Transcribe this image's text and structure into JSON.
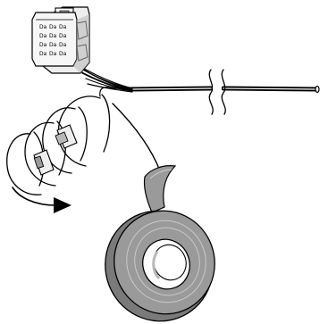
{
  "diagram": {
    "palette": {
      "background": "#ffffff",
      "line": "#000000",
      "connector_fill": "#eeeeee",
      "connector_shadow": "#b8b8b8",
      "spool_fill": "#9a9a9a",
      "spool_highlight": "#c9c9c9",
      "spool_hole": "#ffffff",
      "arrow_fill": "#000000"
    },
    "parts": {
      "connector": {
        "icon": "multi-pin-connector-icon",
        "pin_rows": [
          [
            "Da",
            "Da",
            "Da"
          ],
          [
            "Da",
            "Da",
            "Da"
          ],
          [
            "Da",
            "Da",
            "Da"
          ],
          [
            "Da",
            "Da",
            "Da"
          ]
        ]
      },
      "wire_harness": {
        "icon": "wire-bundle-icon",
        "wire_count": 7
      },
      "cable": {
        "icon": "long-cable-icon",
        "break_marks": 2
      },
      "coiled_wire": {
        "icon": "coiled-wire-icon",
        "loops": 4
      },
      "small_plug": {
        "icon": "small-plug-icon"
      },
      "rotation_arrow": {
        "icon": "rotation-arrow-icon",
        "direction": "right"
      },
      "tape_roll": {
        "icon": "tape-roll-icon"
      }
    }
  }
}
